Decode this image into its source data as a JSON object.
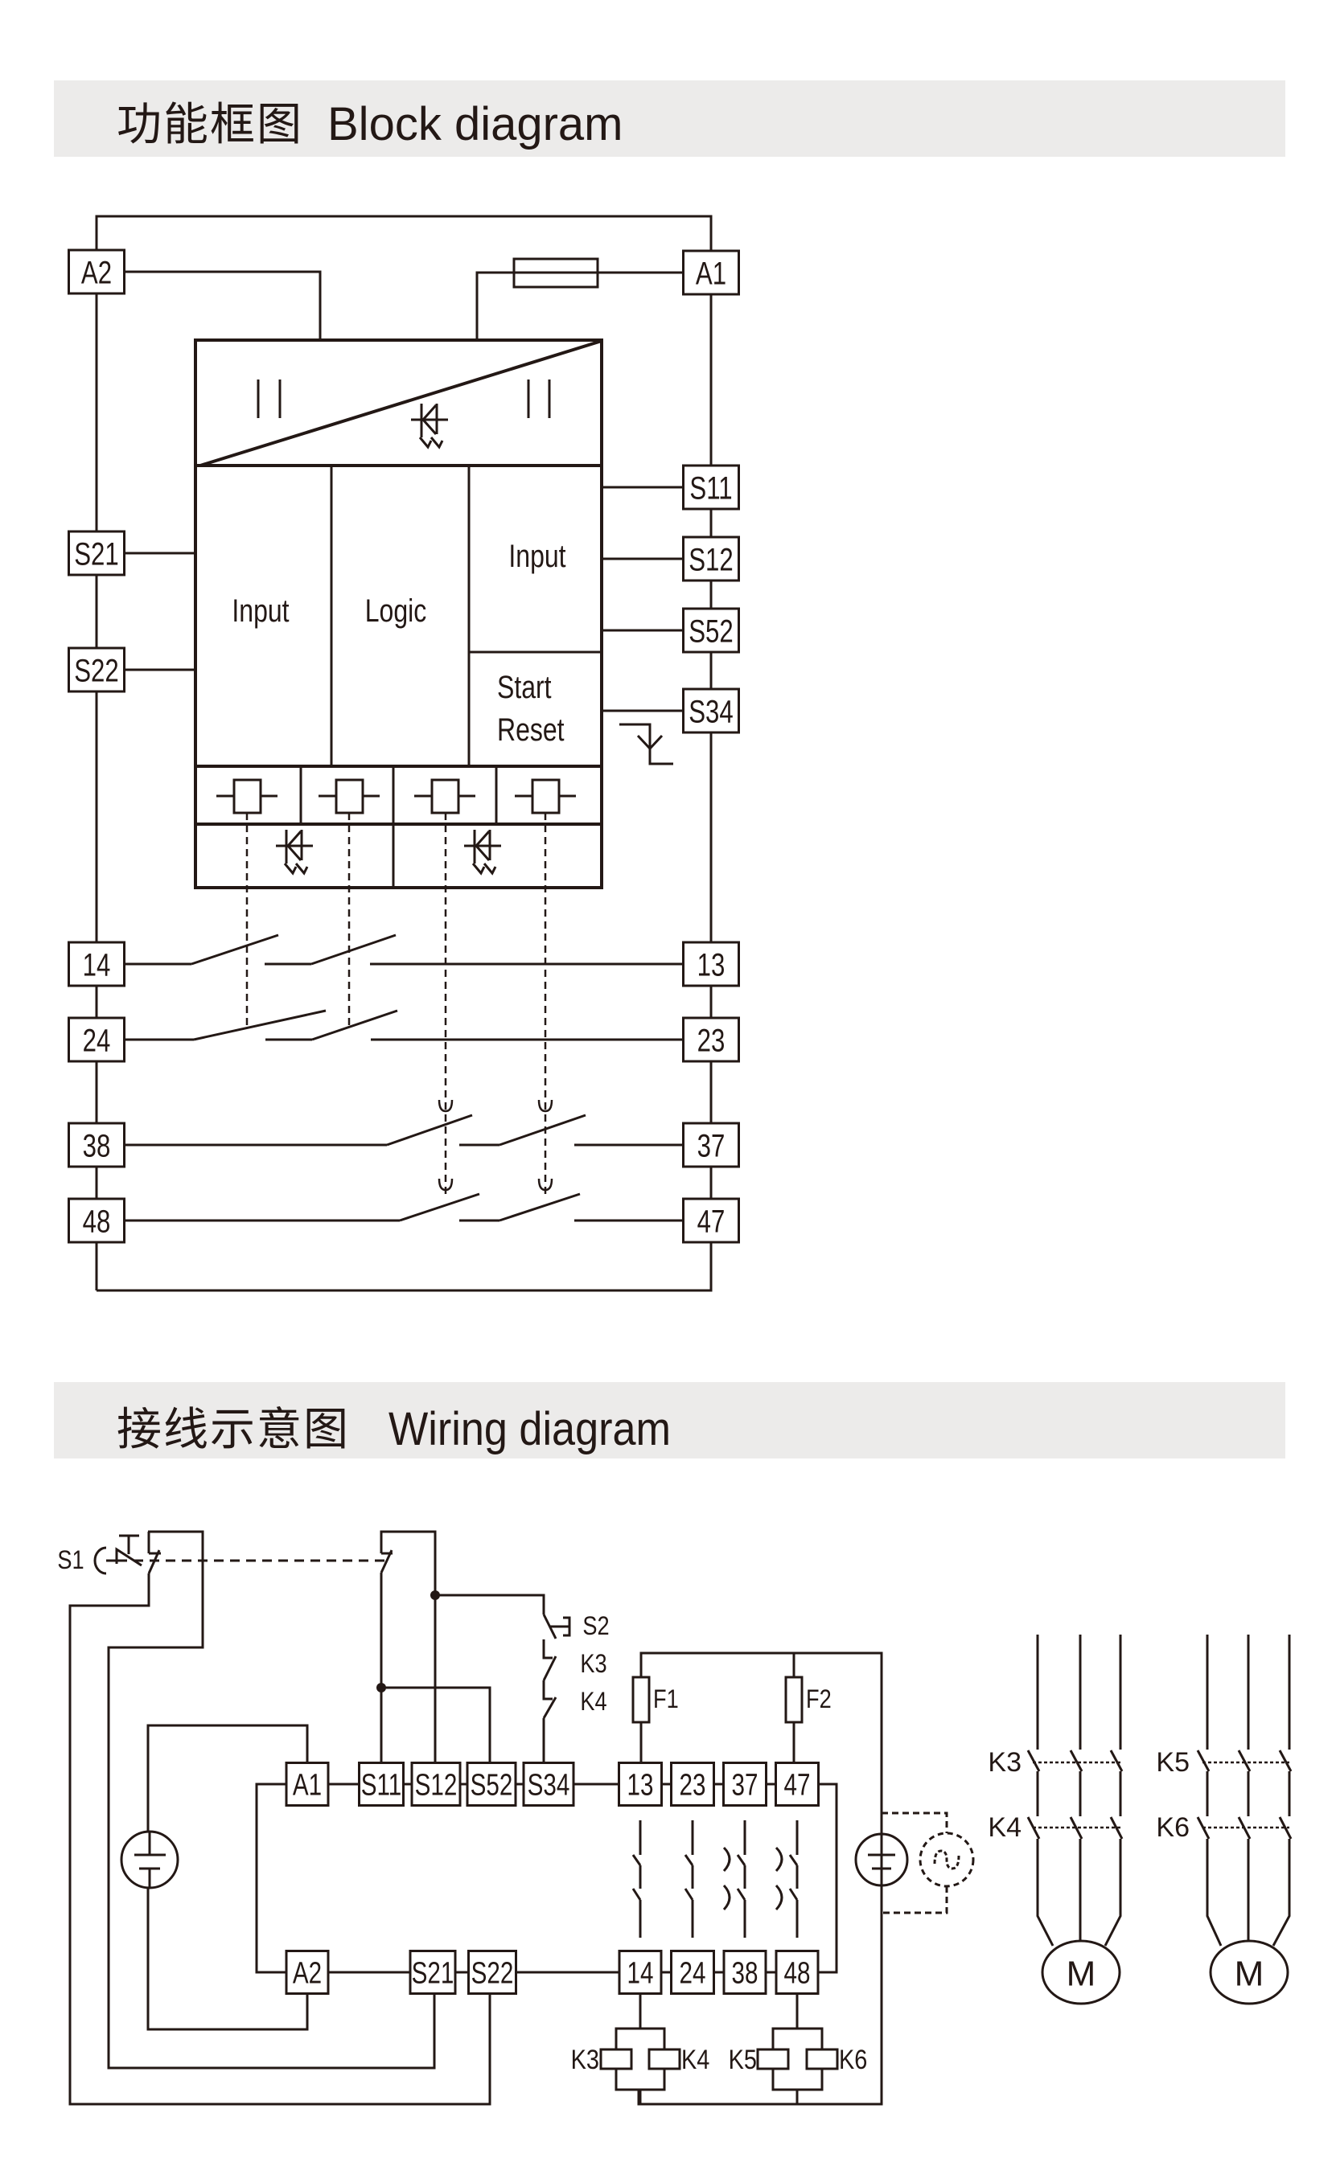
{
  "colors": {
    "ink": "#231815",
    "header_band": "#ecebea",
    "background": "#ffffff"
  },
  "block_section": {
    "title_cn": "功能框图",
    "title_en": "Block diagram",
    "terminals_left": [
      "A2",
      "S21",
      "S22",
      "14",
      "24",
      "38",
      "48"
    ],
    "terminals_right": [
      "A1",
      "S11",
      "S12",
      "S52",
      "S34",
      "13",
      "23",
      "37",
      "47"
    ],
    "module": {
      "power_supply_symbol_left": "||",
      "power_supply_symbol_right": "||",
      "input_left_label": "Input",
      "logic_label": "Logic",
      "input_right_label": "Input",
      "start_label": "Start",
      "reset_label": "Reset",
      "relay_count": 4,
      "optocoupler_count": 2
    },
    "contact_rows": [
      {
        "left": "14",
        "right": "13",
        "type": "NO"
      },
      {
        "left": "24",
        "right": "23",
        "type": "NO"
      },
      {
        "left": "38",
        "right": "37",
        "type": "NO-delayed"
      },
      {
        "left": "48",
        "right": "47",
        "type": "NO-delayed"
      }
    ]
  },
  "wiring_section": {
    "title_cn": "接线示意图",
    "title_en": "Wiring diagram",
    "switches": {
      "emergency_stop": "S1",
      "start_button": "S2",
      "feedback_contacts": [
        "K3",
        "K4"
      ]
    },
    "fuses": [
      "F1",
      "F2"
    ],
    "top_terminals": [
      "A1",
      "S11",
      "S12",
      "S52",
      "S34",
      "13",
      "23",
      "37",
      "47"
    ],
    "bottom_terminals": [
      "A2",
      "S21",
      "S22",
      "14",
      "24",
      "38",
      "48"
    ],
    "coils": [
      "K3",
      "K4",
      "K5",
      "K6"
    ],
    "motor_contactors": [
      {
        "upper": "K3",
        "lower": "K4",
        "motor_label": "M"
      },
      {
        "upper": "K5",
        "lower": "K6",
        "motor_label": "M"
      }
    ]
  }
}
